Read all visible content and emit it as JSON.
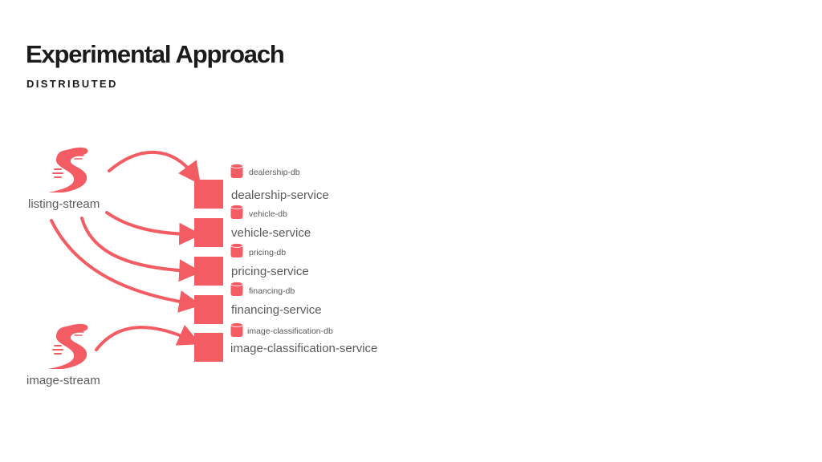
{
  "slide": {
    "title": "Experimental Approach",
    "subtitle": "DISTRIBUTED"
  },
  "colors": {
    "accent": "#f45c63",
    "title_text": "#1b1b1b",
    "label_text": "#5b5b5b",
    "background": "#ffffff"
  },
  "streams": [
    {
      "id": "listing",
      "label": "listing-stream",
      "icon": "stream-river-icon"
    },
    {
      "id": "image",
      "label": "image-stream",
      "icon": "stream-river-icon"
    }
  ],
  "services": [
    {
      "label": "dealership-service",
      "db": "dealership-db",
      "icon": "database-icon"
    },
    {
      "label": "vehicle-service",
      "db": "vehicle-db",
      "icon": "database-icon"
    },
    {
      "label": "pricing-service",
      "db": "pricing-db",
      "icon": "database-icon"
    },
    {
      "label": "financing-service",
      "db": "financing-db",
      "icon": "database-icon"
    },
    {
      "label": "image-classification-service",
      "db": "image-classification-db",
      "icon": "database-icon"
    }
  ],
  "connections": [
    {
      "from": "listing-stream",
      "to": "dealership-service"
    },
    {
      "from": "listing-stream",
      "to": "vehicle-service"
    },
    {
      "from": "listing-stream",
      "to": "pricing-service"
    },
    {
      "from": "listing-stream",
      "to": "financing-service"
    },
    {
      "from": "image-stream",
      "to": "image-classification-service"
    }
  ]
}
